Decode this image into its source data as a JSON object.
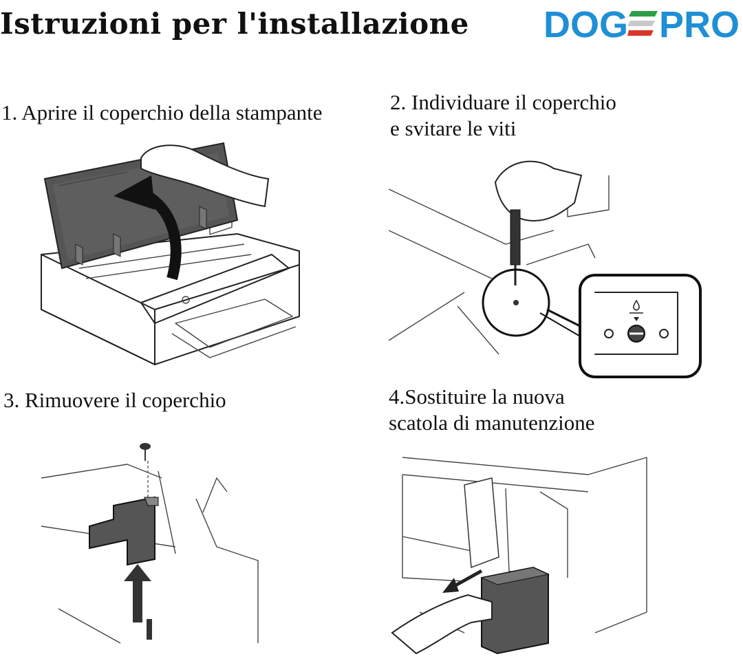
{
  "page": {
    "title": "Istruzioni per l'installazione"
  },
  "logo": {
    "text": "DOGEPRO",
    "left": "DOG",
    "right": "PRO",
    "colors": {
      "blue": "#1f8fd6",
      "green": "#2e9e46",
      "red": "#d9342b",
      "grey": "#c9c9c9"
    }
  },
  "steps": [
    {
      "label": "1. Aprire il coperchio della stampante"
    },
    {
      "label": "2. Individuare il coperchio\ne svitare le viti"
    },
    {
      "label": "3. Rimuovere il coperchio"
    },
    {
      "label": "4.Sostituire la nuova\nscatola di manutenzione"
    }
  ]
}
